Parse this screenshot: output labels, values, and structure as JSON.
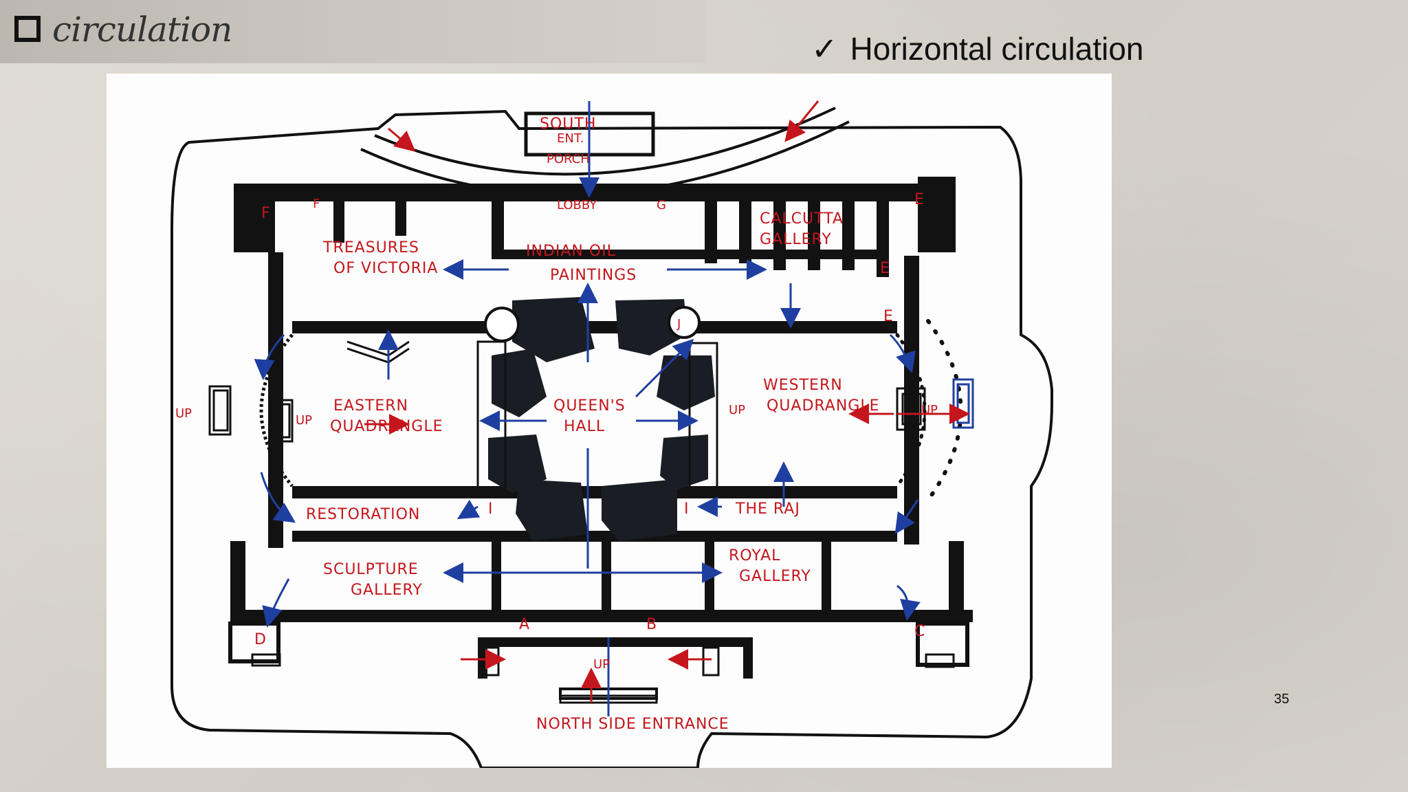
{
  "slide": {
    "title": "circulation",
    "subtitle": "Horizontal circulation",
    "check_glyph": "✓",
    "page_number": "35"
  },
  "plan": {
    "labels": {
      "south_entrance": [
        "SOUTH",
        "ENT.",
        "PORCH"
      ],
      "lobby": "LOBBY",
      "treasures": [
        "TREASURES",
        "OF VICTORIA"
      ],
      "indian_oil": [
        "INDIAN OIL",
        "PAINTINGS"
      ],
      "calcutta": [
        "CALCUTTA",
        "GALLERY"
      ],
      "eastern": [
        "EASTERN",
        "QUADRANGLE"
      ],
      "queens_hall": [
        "QUEEN'S",
        "HALL"
      ],
      "western": [
        "WESTERN",
        "QUADRANGLE"
      ],
      "restoration": "RESTORATION",
      "the_raj": "THE RAJ",
      "sculpture": [
        "SCULPTURE",
        "GALLERY"
      ],
      "royal": [
        "ROYAL",
        "GALLERY"
      ],
      "north_entrance": "NORTH SIDE ENTRANCE",
      "up": "UP",
      "markers": [
        "A",
        "B",
        "C",
        "D",
        "E",
        "E",
        "E",
        "F",
        "F",
        "G",
        "I",
        "I",
        "J"
      ]
    },
    "colors": {
      "label_red": "#c4161c",
      "arrow_blue": "#1f3fa0",
      "wall_black": "#121212"
    }
  }
}
